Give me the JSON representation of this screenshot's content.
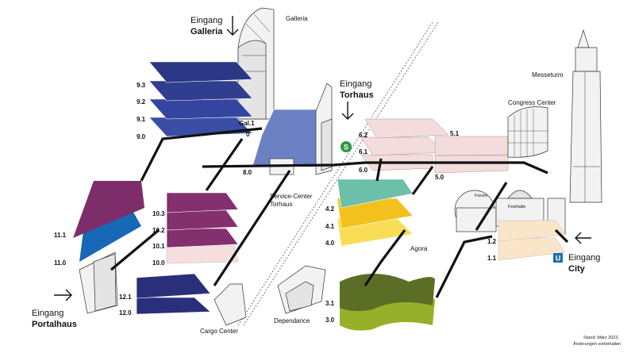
{
  "colors": {
    "hall9": "#2f3e8e",
    "hall8": "#6c80c4",
    "hall11_upper": "#7d2e6a",
    "hall11_lower": "#1769b8",
    "hall10": "#84306e",
    "hall10_ground": "#f7dede",
    "hall12": "#2a2f7a",
    "hall6": "#f5dcdc",
    "hall5": "#f5dcdc",
    "hall4_2": "#6cbfa8",
    "hall4_1": "#f2c11d",
    "hall4_0": "#f8dd55",
    "hall3_1": "#5c6e25",
    "hall3_0": "#97b02a",
    "hall1": "#fbe5c9",
    "sbahn": "#2d9b3f",
    "ubahn": "#1b6fb3"
  },
  "entrances": {
    "galleria": {
      "prefix": "Eingang",
      "name": "Galleria"
    },
    "torhaus": {
      "prefix": "Eingang",
      "name": "Torhaus"
    },
    "portalhaus": {
      "prefix": "Eingang",
      "name": "Portalhaus"
    },
    "city": {
      "prefix": "Eingang",
      "name": "City"
    }
  },
  "buildings": {
    "galleria": "Galleria",
    "messeturm": "Messeturm",
    "congress_center": "Congress Center",
    "service_center": "Service-Center",
    "torhaus": "Torhaus",
    "forum": "Forum",
    "festhalle": "Festhalle",
    "agora": "Agora",
    "dependance": "Dependance",
    "cargo_center": "Cargo Center"
  },
  "levels": {
    "h9_3": "9.3",
    "h9_2": "9.2",
    "h9_1": "9.1",
    "h9_0": "9.0",
    "gal1": "Gal.1",
    "gal0": "0",
    "h8_0": "8.0",
    "h6_2": "6.2",
    "h6_1": "6.1",
    "h6_0": "6.0",
    "h5_1": "5.1",
    "h5_0": "5.0",
    "h4_2": "4.2",
    "h4_1": "4.1",
    "h4_0": "4.0",
    "h3_1": "3.1",
    "h3_0": "3.0",
    "h1_2": "1.2",
    "h1_1": "1.1",
    "h11_1": "11.1",
    "h11_0": "11.0",
    "h10_3": "10.3",
    "h10_2": "10.2",
    "h10_1": "10.1",
    "h10_0": "10.0",
    "h12_1": "12.1",
    "h12_0": "12.0"
  },
  "icons": {
    "sbahn_letter": "S",
    "ubahn_letter": "U"
  },
  "footer": {
    "line1": "Stand: März 2022,",
    "line2": "Änderungen vorbehalten"
  }
}
